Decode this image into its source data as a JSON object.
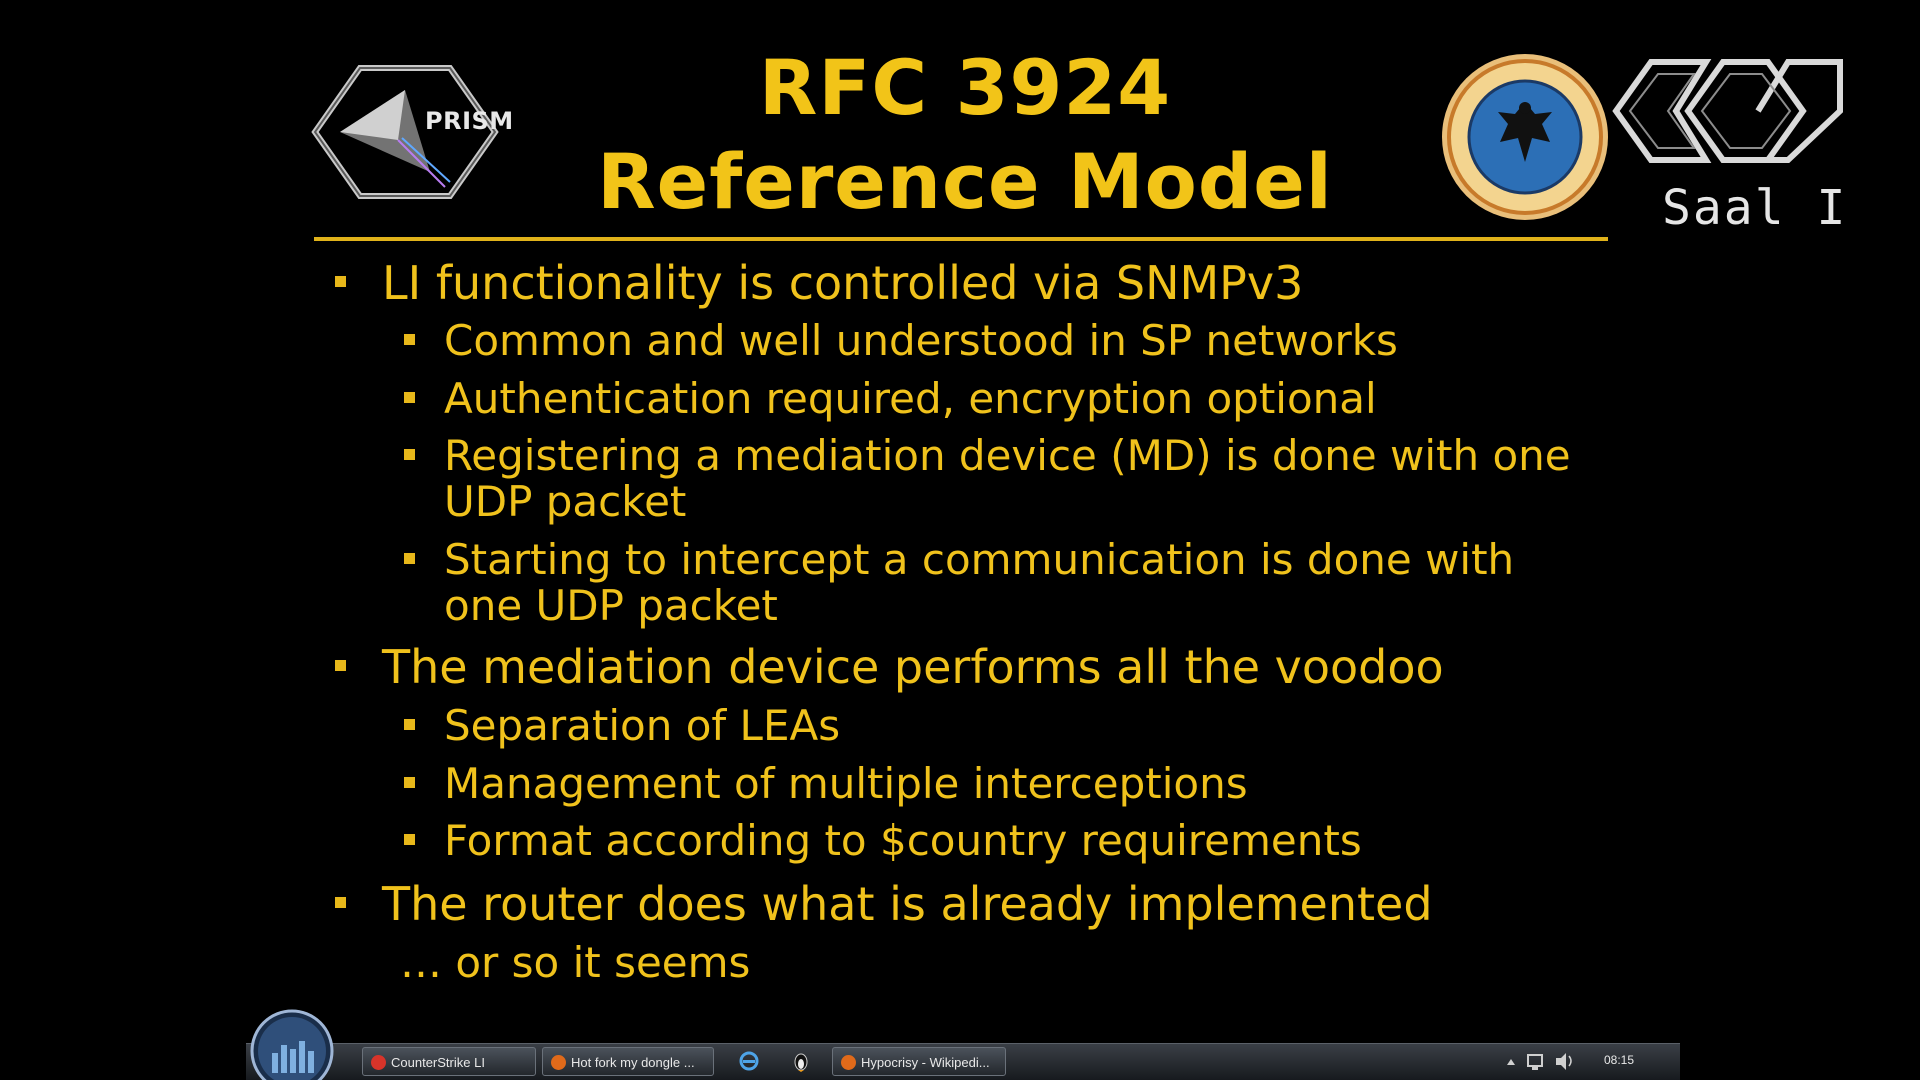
{
  "slide": {
    "title_line1": "RFC 3924",
    "title_line2": "Reference Model",
    "accent_color": "#f2c418",
    "bullets": [
      {
        "level": 1,
        "lines": [
          "LI functionality is controlled via SNMPv3"
        ]
      },
      {
        "level": 2,
        "lines": [
          "Common and well understood in SP networks"
        ]
      },
      {
        "level": 2,
        "lines": [
          "Authentication required, encryption optional"
        ]
      },
      {
        "level": 2,
        "lines": [
          "Registering a mediation device (MD) is done with one",
          "UDP packet"
        ]
      },
      {
        "level": 2,
        "lines": [
          "Starting to intercept a communication is done with",
          "one UDP packet"
        ]
      },
      {
        "level": 1,
        "lines": [
          "The mediation device performs all the voodoo"
        ]
      },
      {
        "level": 2,
        "lines": [
          "Separation of LEAs"
        ]
      },
      {
        "level": 2,
        "lines": [
          "Management of multiple interceptions"
        ]
      },
      {
        "level": 2,
        "lines": [
          "Format according to $country requirements"
        ]
      },
      {
        "level": 1,
        "lines": [
          "The router does what is already implemented"
        ]
      }
    ],
    "trailing_text": "… or so it seems"
  },
  "logos": {
    "prism_text": "PRISM",
    "saal_label": "Saal I"
  },
  "taskbar": {
    "buttons": [
      {
        "label": "CounterStrike LI",
        "icon": "counterstrike-icon",
        "color": "#d8342a"
      },
      {
        "label": "Hot fork my dongle ...",
        "icon": "firefox-icon",
        "color": "#e06a1a"
      },
      {
        "label": "Hypocrisy - Wikipedi...",
        "icon": "firefox-icon",
        "color": "#e06a1a"
      }
    ],
    "quick_launch": [
      "ie-icon",
      "penguin-icon"
    ],
    "clock": "08:15"
  }
}
